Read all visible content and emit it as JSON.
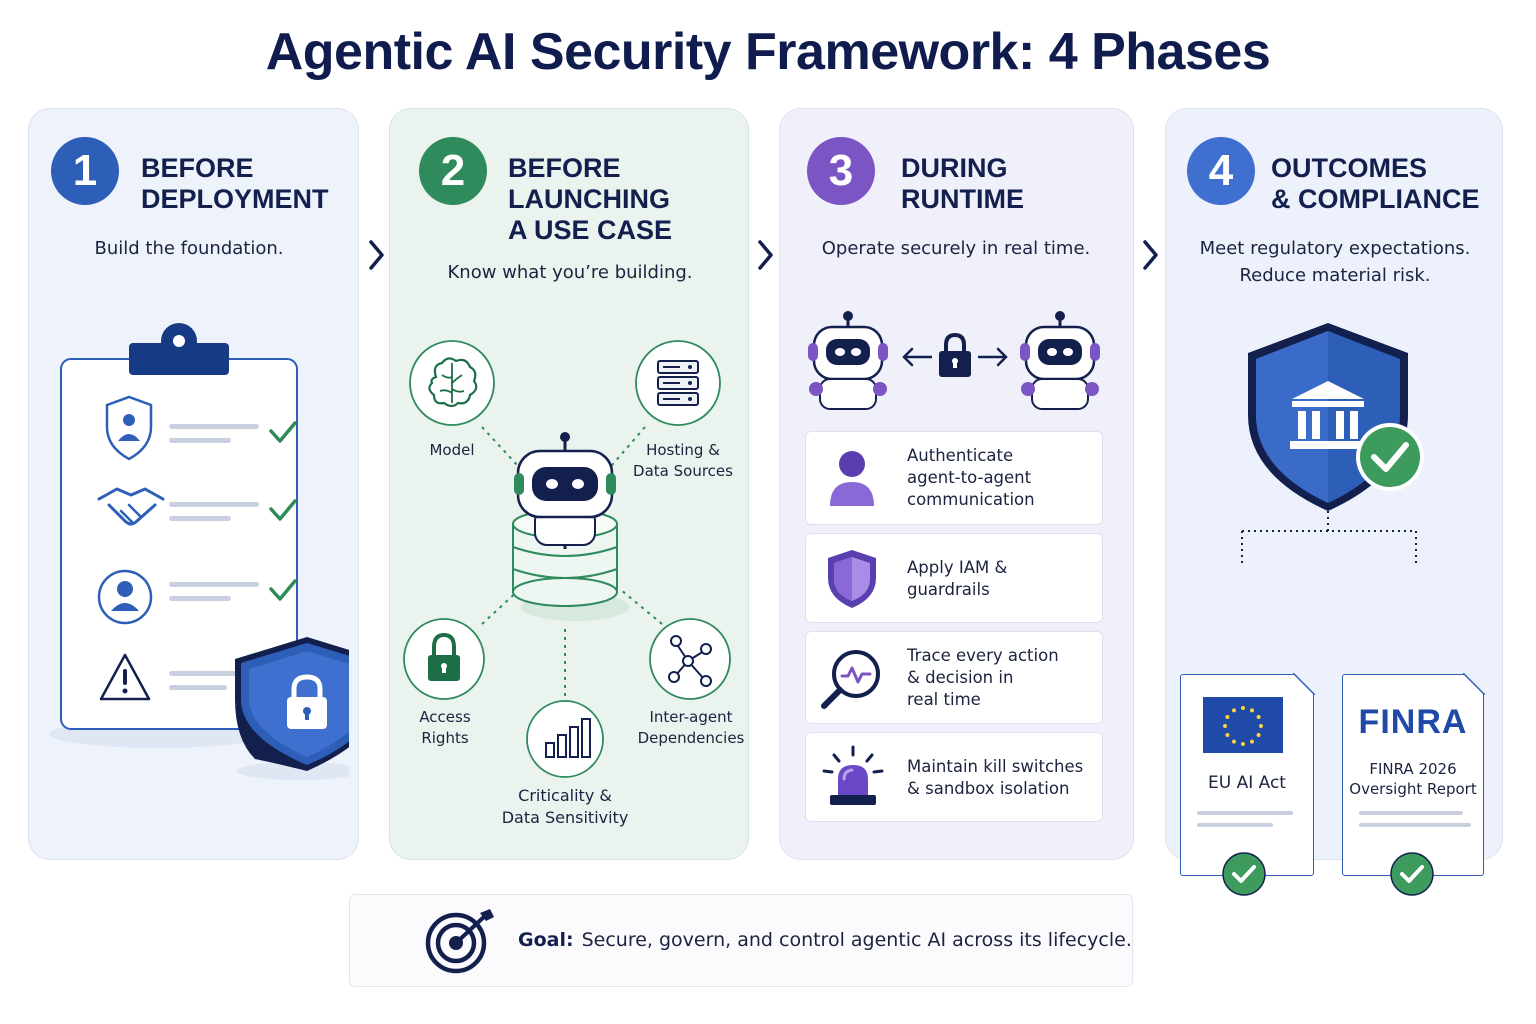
{
  "title": "Agentic AI Security Framework: 4 Phases",
  "colors": {
    "phase1": "#2d5fb8",
    "phase2": "#2f8a5c",
    "phase3": "#7b55c4",
    "phase4": "#3f6fcf",
    "check": "#2e8b57",
    "navy": "#13204e"
  },
  "phases": [
    {
      "number": "1",
      "title_lines": [
        "BEFORE",
        "DEPLOYMENT"
      ],
      "subtitle_lines": [
        "Build the foundation."
      ],
      "icons": [
        "clipboard-icon",
        "shield-person-icon",
        "handshake-icon",
        "user-icon",
        "warning-icon",
        "lock-shield-icon"
      ]
    },
    {
      "number": "2",
      "title_lines": [
        "BEFORE",
        "LAUNCHING",
        "A USE CASE"
      ],
      "subtitle_lines": [
        "Know what you’re building."
      ],
      "nodes": [
        {
          "label_lines": [
            "Model"
          ],
          "icon": "brain-icon"
        },
        {
          "label_lines": [
            "Hosting &",
            "Data Sources"
          ],
          "icon": "server-icon"
        },
        {
          "label_lines": [
            "Access",
            "Rights"
          ],
          "icon": "padlock-icon"
        },
        {
          "label_lines": [
            "Criticality &",
            "Data Sensitivity"
          ],
          "icon": "bar-chart-icon"
        },
        {
          "label_lines": [
            "Inter-agent",
            "Dependencies"
          ],
          "icon": "network-icon"
        }
      ]
    },
    {
      "number": "3",
      "title_lines": [
        "DURING",
        "RUNTIME"
      ],
      "subtitle_lines": [
        "Operate securely in real time."
      ],
      "actions": [
        {
          "lines": [
            "Authenticate",
            "agent-to-agent",
            "communication"
          ],
          "icon": "person-icon"
        },
        {
          "lines": [
            "Apply IAM &",
            "guardrails"
          ],
          "icon": "shield-icon"
        },
        {
          "lines": [
            "Trace every action",
            "& decision in",
            "real time"
          ],
          "icon": "magnifier-pulse-icon"
        },
        {
          "lines": [
            "Maintain kill switches",
            "& sandbox isolation"
          ],
          "icon": "alarm-light-icon"
        }
      ]
    },
    {
      "number": "4",
      "title_lines": [
        "OUTCOMES",
        "& COMPLIANCE"
      ],
      "subtitle_lines": [
        "Meet regulatory expectations.",
        "Reduce material risk."
      ],
      "docs": [
        {
          "label_lines": [
            "EU AI Act"
          ],
          "icon": "eu-flag-icon"
        },
        {
          "logo": "FINRA",
          "label_lines": [
            "FINRA 2026",
            "Oversight Report"
          ],
          "icon": "finra-logo-icon"
        }
      ]
    }
  ],
  "goal": {
    "label": "Goal:",
    "text": "Secure, govern, and control agentic AI across its lifecycle.",
    "icon": "target-icon"
  }
}
